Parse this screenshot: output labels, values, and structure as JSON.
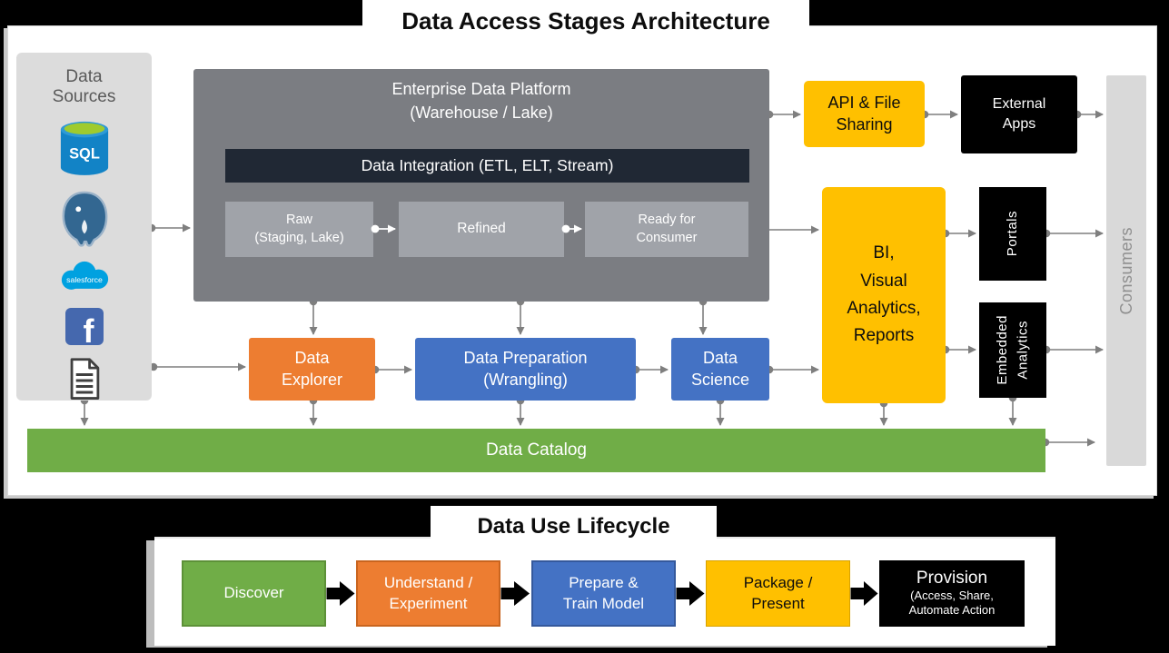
{
  "titles": {
    "architecture": "Data Access Stages Architecture",
    "lifecycle": "Data Use Lifecycle"
  },
  "architecture": {
    "data_sources": {
      "label": "Data\nSources",
      "sql_label": "SQL",
      "salesforce_label": "salesforce",
      "facebook_label": "f",
      "icons": [
        "sql-database-icon",
        "postgresql-icon",
        "salesforce-icon",
        "facebook-icon",
        "document-icon"
      ]
    },
    "platform": {
      "title": "Enterprise Data Platform\n(Warehouse / Lake)",
      "integration_label": "Data Integration (ETL, ELT, Stream)",
      "stages": [
        {
          "label": "Raw\n(Staging, Lake)"
        },
        {
          "label": "Refined"
        },
        {
          "label": "Ready for\nConsumer"
        }
      ]
    },
    "api_file_sharing": "API & File\nSharing",
    "external_apps": "External\nApps",
    "consumers": "Consumers",
    "bi": "BI,\nVisual\nAnalytics,\nReports",
    "portals": "Portals",
    "embedded_analytics": "Embedded\nAnalytics",
    "data_explorer": "Data\nExplorer",
    "data_preparation": "Data Preparation\n(Wrangling)",
    "data_science": "Data\nScience",
    "data_catalog": "Data Catalog"
  },
  "lifecycle": {
    "stages": [
      {
        "label": "Discover",
        "color": "#70AD47"
      },
      {
        "label": "Understand /\nExperiment",
        "color": "#ED7D31"
      },
      {
        "label": "Prepare &\nTrain Model",
        "color": "#4472C4"
      },
      {
        "label": "Package /\nPresent",
        "color": "#FFC000"
      },
      {
        "label": "Provision",
        "sublabel": "(Access, Share,\nAutomate Action",
        "color": "#000000"
      }
    ]
  },
  "colors": {
    "yellow": "#FFC000",
    "orange": "#ED7D31",
    "blue": "#4472C4",
    "green": "#70AD47",
    "platform_gray": "#7B7D82",
    "stage_gray": "#A0A3A9",
    "integration_navy": "#202834",
    "light_gray": "#D9D9D9",
    "black": "#000000",
    "arrow_gray": "#7F7F7F",
    "sql_blue": "#1283C6",
    "sql_lime": "#9FCB2E",
    "salesforce_blue": "#00A1E0",
    "facebook_blue": "#4568AE",
    "postgres_blue": "#336791"
  }
}
